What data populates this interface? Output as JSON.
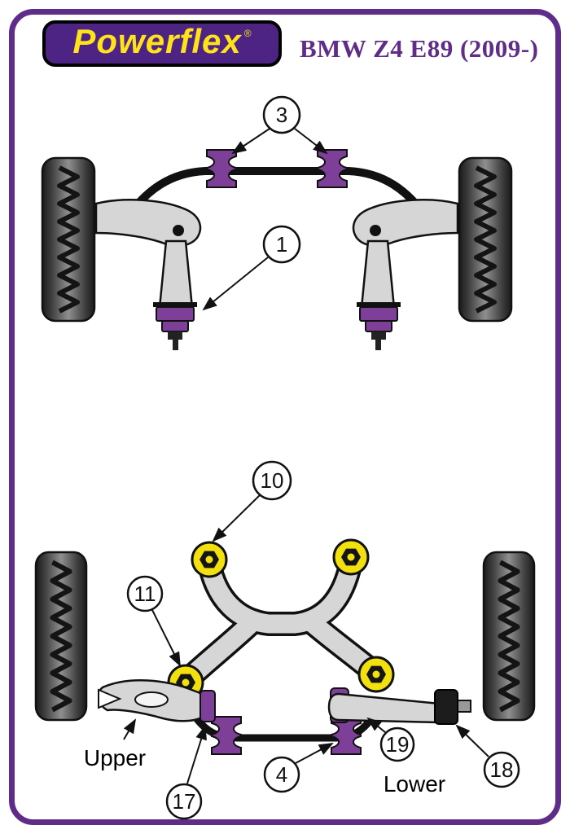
{
  "header": {
    "logo_text": "Powerflex",
    "registered_mark": "®",
    "title": "BMW Z4 E89 (2009-)"
  },
  "callouts": {
    "c3": "3",
    "c1": "1",
    "c10": "10",
    "c11": "11",
    "c17": "17",
    "c4": "4",
    "c19": "19",
    "c18": "18"
  },
  "labels": {
    "upper": "Upper",
    "lower": "Lower"
  },
  "colors": {
    "frame_purple": "#5f2c87",
    "logo_purple": "#4d2383",
    "logo_yellow": "#ffe31a",
    "bush_purple": "#7d3f98",
    "bush_yellow": "#f2e10e",
    "arm_gray": "#d6d6d6",
    "line_black": "#111111"
  }
}
